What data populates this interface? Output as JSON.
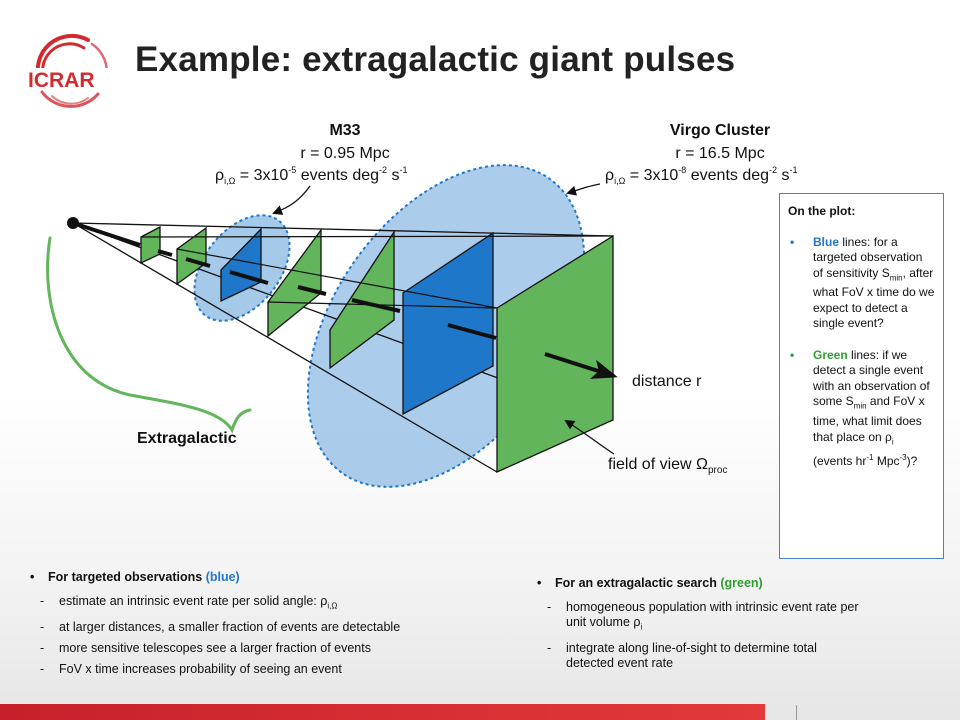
{
  "slide": {
    "title": "Example: extragalactic giant pulses",
    "logo_text": "ICRAR",
    "brand_color": "#d42a2f"
  },
  "diagram": {
    "m33": {
      "name": "M33",
      "distance": "r = 0.95 Mpc",
      "rate_prefix": "ρ",
      "rate_sub": "i,Ω",
      "rate_a": " = 3x10",
      "rate_exp1": "-5",
      "rate_b": " events deg",
      "rate_exp2": "-2",
      "rate_c": " s",
      "rate_exp3": "-1"
    },
    "virgo": {
      "name": "Virgo Cluster",
      "distance": "r = 16.5 Mpc",
      "rate_prefix": "ρ",
      "rate_sub": "i,Ω",
      "rate_a": " = 3x10",
      "rate_exp1": "-8",
      "rate_b": " events deg",
      "rate_exp2": "-2",
      "rate_c": " s",
      "rate_exp3": "-1"
    },
    "distance_label": "distance r",
    "fov_label": "field of view Ω",
    "fov_sub": "proc",
    "extragalactic_label": "Extragalactic",
    "colors": {
      "blue": "#1f77c9",
      "light_blue": "#8fbbe3",
      "green": "#62b55a",
      "dark": "#111111"
    }
  },
  "note": {
    "heading": "On the plot:",
    "bullet": "•",
    "blue_word": "Blue",
    "blue_text": " lines: for a targeted observation of sensitivity S",
    "blue_sub": "min",
    "blue_text2": ", after what FoV x time do we expect to detect a single event?",
    "green_word": "Green",
    "green_text": " lines: if we detect a single event with an observation of some S",
    "green_sub": "min",
    "green_text2": " and FoV x time, what limit does that place on ρ",
    "green_sub2": "i",
    "green_text3": " (events hr",
    "green_exp1": "-1",
    "green_text4": " Mpc",
    "green_exp2": "-3",
    "green_text5": ")?"
  },
  "left_bullets": {
    "bullet": "•",
    "dash": "-",
    "head_a": "For targeted observations ",
    "head_b": "(blue)",
    "item1_a": "estimate an intrinsic event rate per solid angle: ρ",
    "item1_sub": "i,Ω",
    "item2": "at larger distances, a smaller fraction of events are detectable",
    "item3": "more sensitive telescopes see a larger fraction of events",
    "item4": "FoV x time increases probability of seeing an event"
  },
  "right_bullets": {
    "bullet": "•",
    "dash": "-",
    "head_a": "For an extragalactic search ",
    "head_b": "(green)",
    "item1_a": "homogeneous population with intrinsic event rate per unit volume ρ",
    "item1_sub": "i",
    "item2": "integrate along line-of-sight to determine total detected event rate"
  }
}
